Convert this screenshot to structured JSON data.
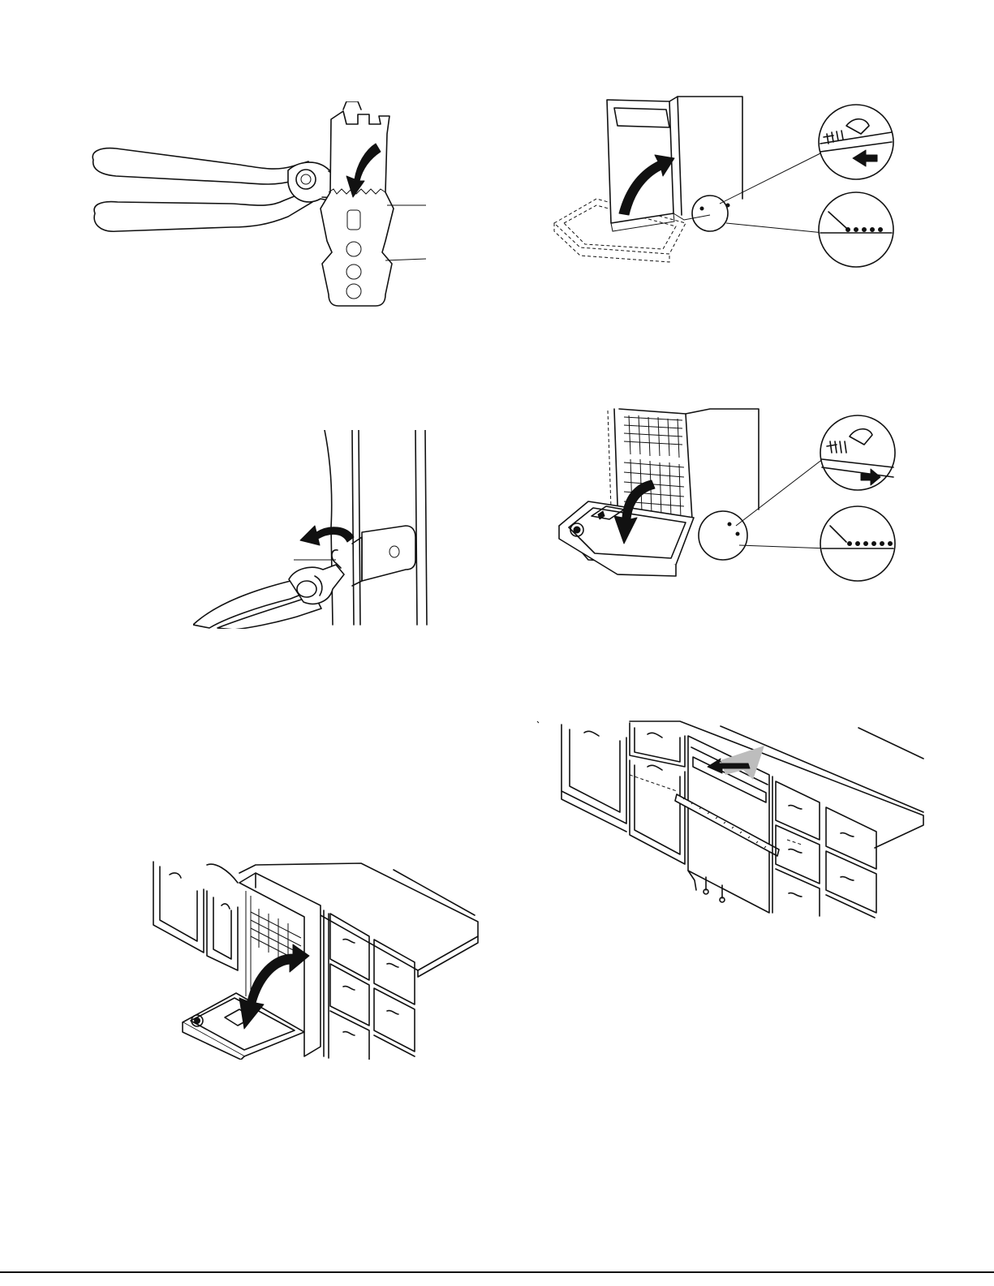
{
  "page": {
    "background": "#ffffff",
    "line_color": "#111111",
    "accent_grey": "#bdbdbd"
  },
  "figures": [
    {
      "id": "pliers-breaking-bracket-tab",
      "icon": "pliers-icon"
    },
    {
      "id": "dishwasher-door-open-spring-adjust",
      "icon": "door-arrow-icon"
    },
    {
      "id": "pliers-bending-side-bracket",
      "icon": "pliers-icon"
    },
    {
      "id": "dishwasher-door-close-spring-adjust",
      "icon": "door-arrow-icon"
    },
    {
      "id": "dishwasher-door-swing-check",
      "icon": "door-arrow-icon"
    },
    {
      "id": "dishwasher-alignment-level-check",
      "icon": "level-icon"
    }
  ]
}
